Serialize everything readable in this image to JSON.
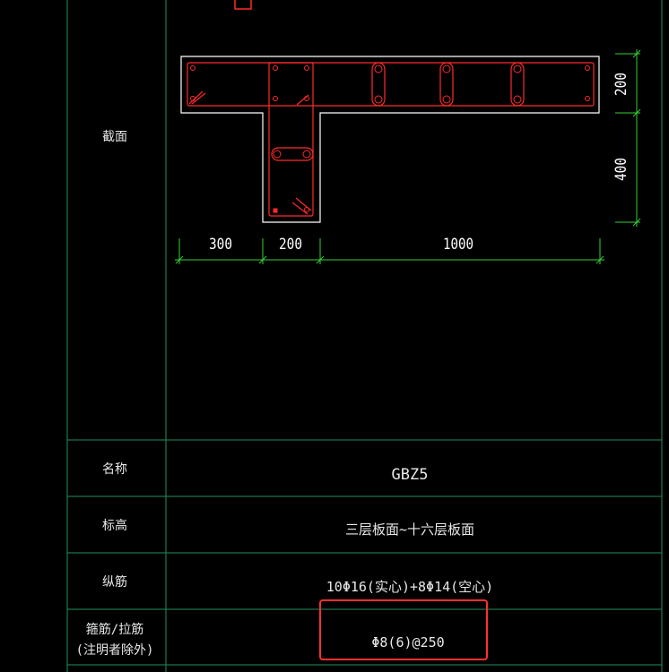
{
  "table": {
    "rows": [
      {
        "label": "截面"
      },
      {
        "label": "名称",
        "value": "GBZ5"
      },
      {
        "label": "标高",
        "value": "三层板面~十六层板面"
      },
      {
        "label": "纵筋",
        "value": "10Φ16(实心)+8Φ14(空心)"
      },
      {
        "label": "箍筋/拉筋",
        "label_line2": "(注明者除外)",
        "value": "Φ8(6)@250"
      }
    ]
  },
  "dimensions": {
    "horizontal": [
      "300",
      "200",
      "1000"
    ],
    "vertical": [
      "200",
      "400"
    ]
  },
  "colors": {
    "grid": "#1f8f5f",
    "outline": "#ffffff",
    "rebar": "#ff2a2a",
    "dimension": "#35d035",
    "highlight": "#ff3030"
  }
}
